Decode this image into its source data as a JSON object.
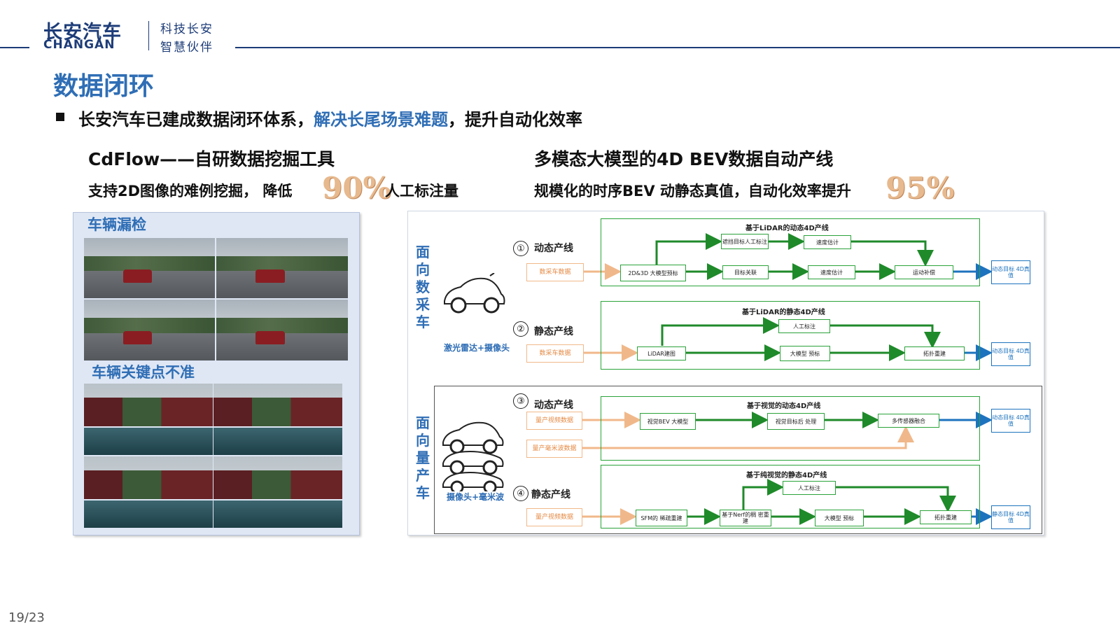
{
  "header": {
    "brand_cn": "长安汽车",
    "brand_en": "CHANGAN",
    "slogan_line1": "科技长安",
    "slogan_line2": "智慧伙伴"
  },
  "title": "数据闭环",
  "subtitle": {
    "part1": "长安汽车已建成数据闭环体系，",
    "highlight": "解决长尾场景难题",
    "part2": "，提升自动化效率"
  },
  "left": {
    "heading": "CdFlow——自研数据挖掘工具",
    "desc_before": "支持2D图像的难例挖掘，  降低",
    "percent": "90%",
    "desc_after": "人工标注量",
    "panel_label1": "车辆漏检",
    "panel_label2": "车辆关键点不准"
  },
  "right": {
    "heading": "多模态大模型的4D BEV数据自动产线",
    "desc": "规模化的时序BEV 动静态真值，自动化效率提升",
    "percent": "95%"
  },
  "diagram": {
    "group1": {
      "label": "面向数采车",
      "sensor": "激光雷达+摄像头"
    },
    "group2": {
      "label": "面向量产车",
      "sensor": "摄像头+毫米波"
    },
    "lane1": {
      "num": "①",
      "name": "动态产线",
      "title": "基于LiDAR的动态4D产线",
      "input": "数采车数据",
      "nodes": [
        "2D&3D 大模型预标",
        "目标关联",
        "速度估计",
        "运动补偿"
      ],
      "upper": [
        "遮挡目标人工标注",
        "速度估计"
      ],
      "output": "动态目标 4D真值"
    },
    "lane2": {
      "num": "②",
      "name": "静态产线",
      "title": "基于LiDAR的静态4D产线",
      "input": "数采车数据",
      "nodes": [
        "LiDAR建图",
        "大模型 预标",
        "拓扑重建"
      ],
      "upper": [
        "人工标注"
      ],
      "output": "动态目标 4D真值"
    },
    "lane3": {
      "num": "③",
      "name": "动态产线",
      "title": "基于视觉的动态4D产线",
      "input": "量产视频数据",
      "input2": "量产毫米波数据",
      "nodes": [
        "视觉BEV 大模型",
        "视觉目标后 处理",
        "多传感器融合"
      ],
      "output": "动态目标 4D真值"
    },
    "lane4": {
      "num": "④",
      "name": "静态产线",
      "title": "基于纯视觉的静态4D产线",
      "input": "量产视频数据",
      "nodes": [
        "SFM的 稀疏重建",
        "基于Nerf的稠 密重建",
        "大模型 预标",
        "拓扑重建"
      ],
      "upper": [
        "人工标注"
      ],
      "output": "静态目标 4D真值"
    }
  },
  "footer": {
    "page": "19/23"
  }
}
